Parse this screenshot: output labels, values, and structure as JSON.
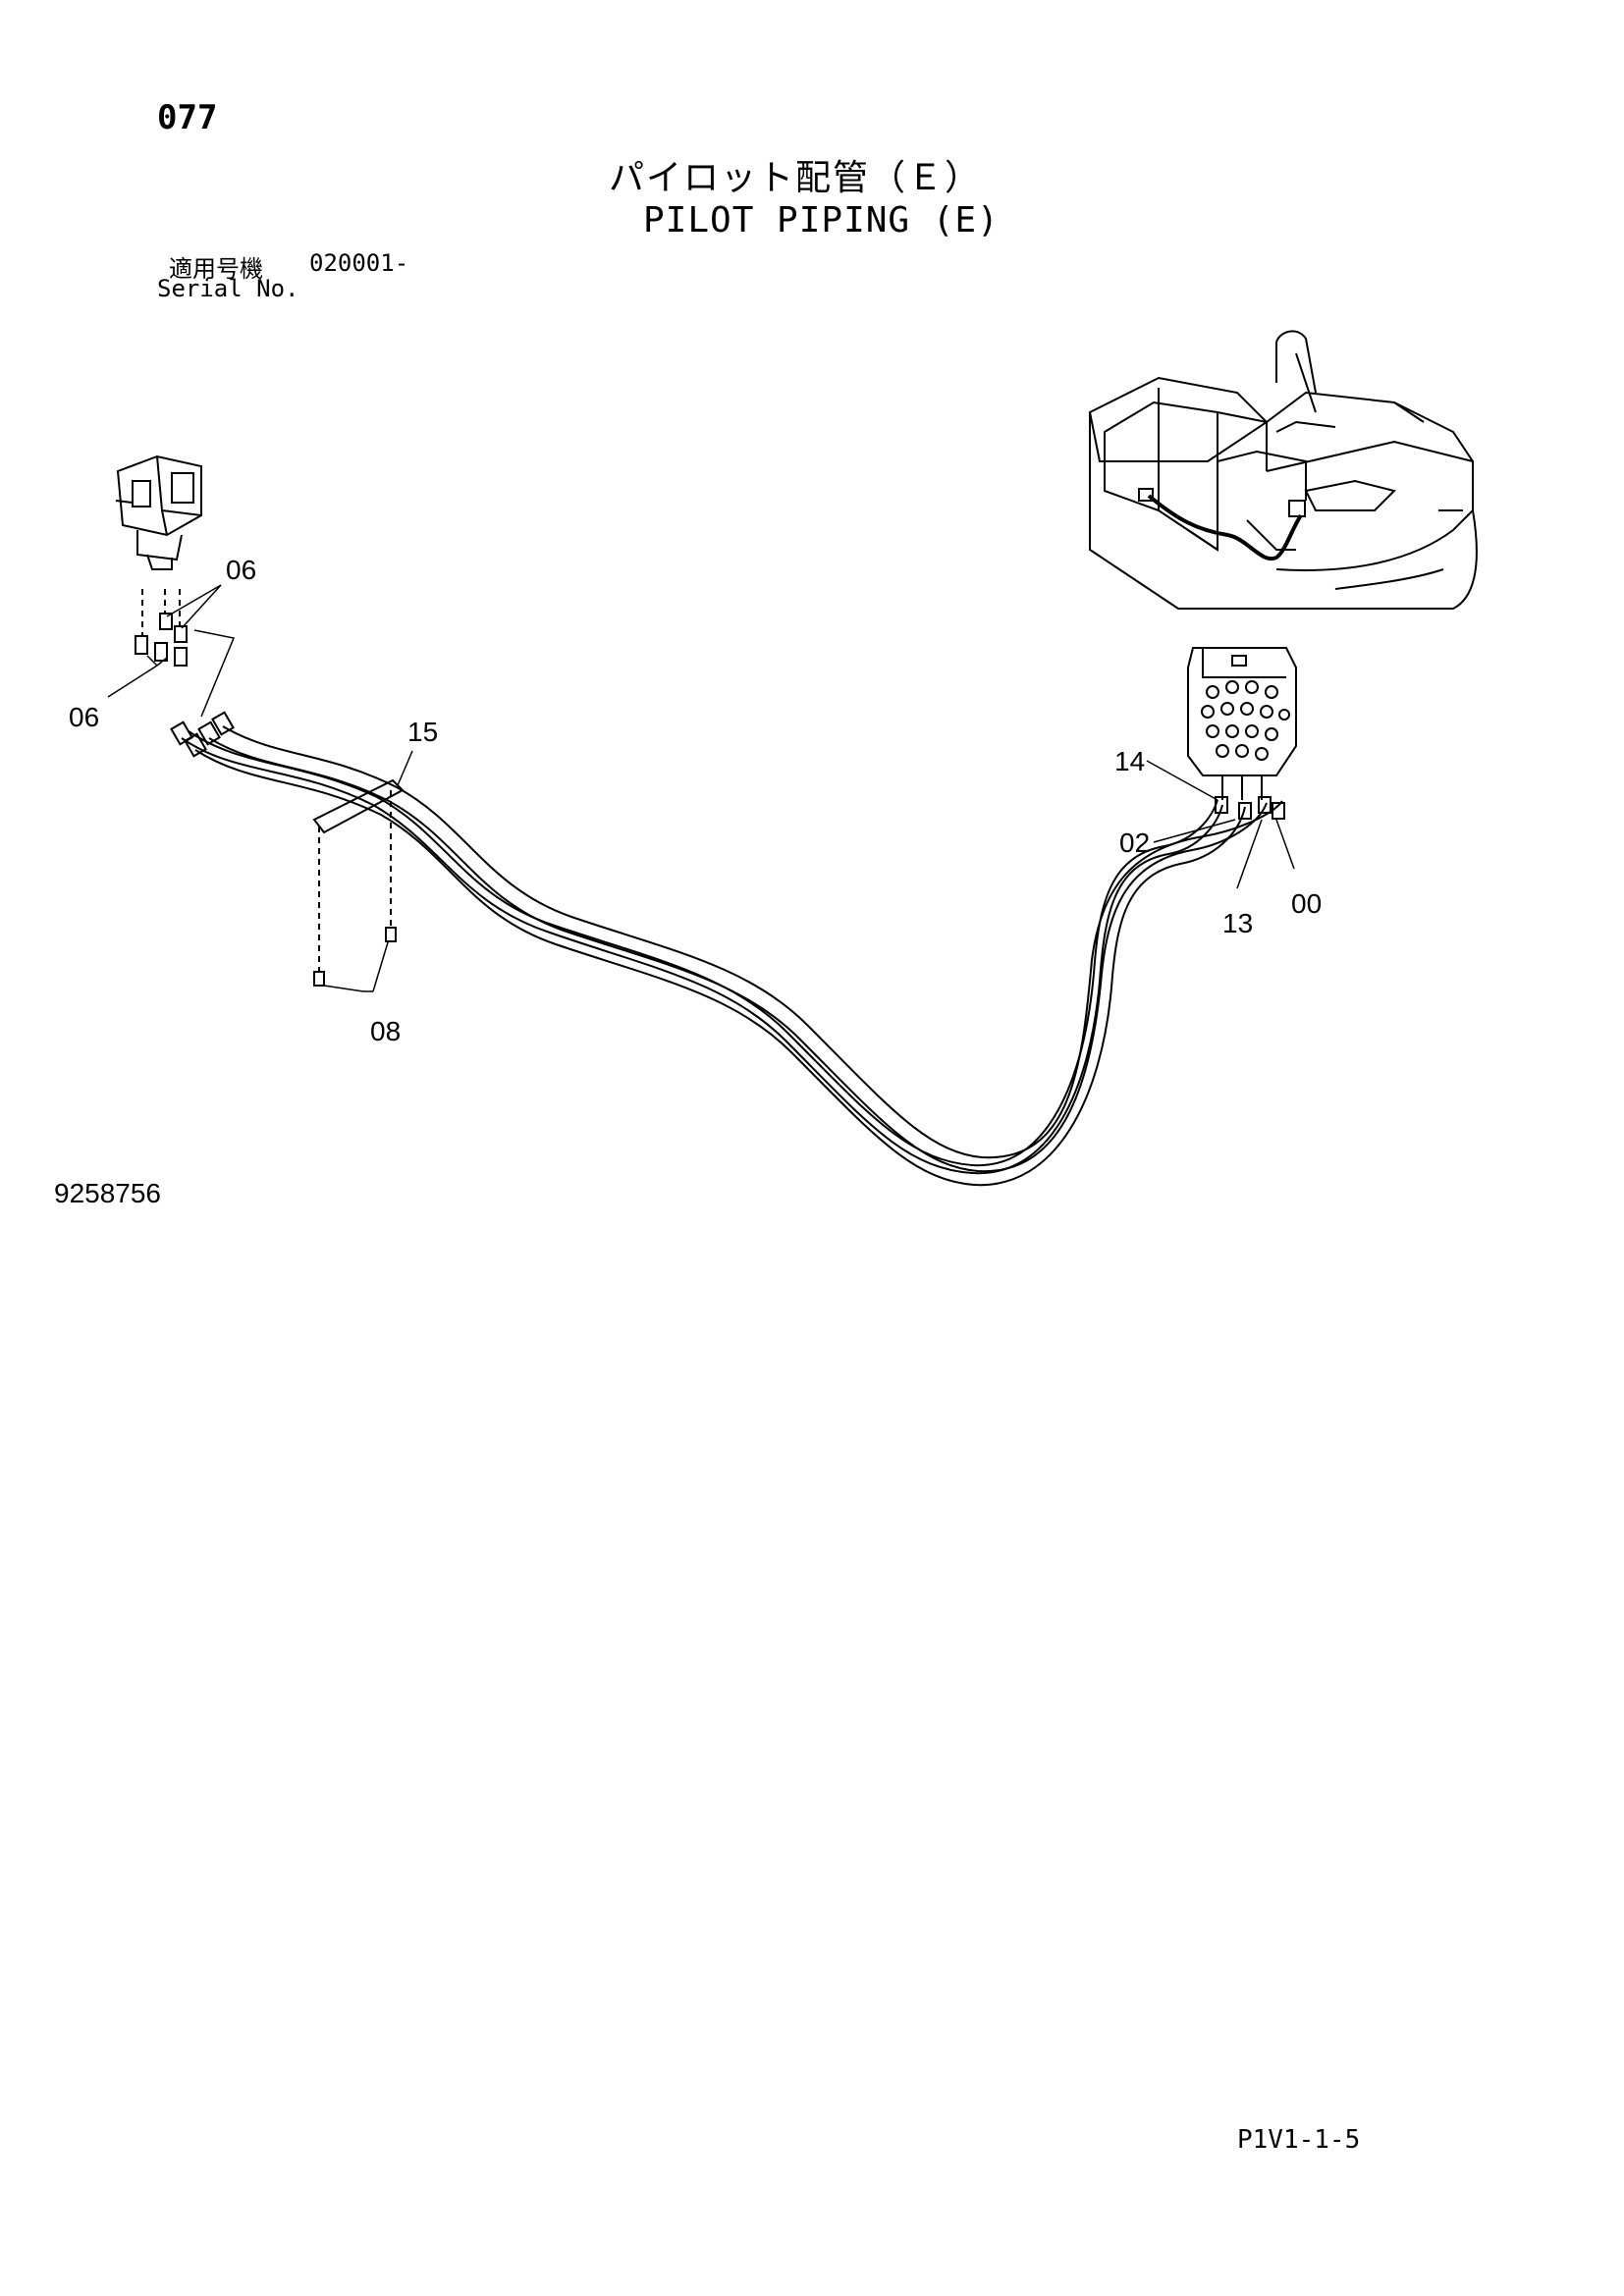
{
  "page": {
    "page_number": "077",
    "title_jp": "パイロット配管（Ｅ）",
    "title_en": "PILOT PIPING (E)",
    "serial_label_jp": "適用号機",
    "serial_value": "020001-",
    "serial_label_en": "Serial No.",
    "drawing_number": "9258756",
    "page_code": "P1V1-1-5"
  },
  "callouts": {
    "c06_top": "06",
    "c06_left": "06",
    "c15": "15",
    "c08": "08",
    "c14": "14",
    "c02": "02",
    "c13": "13",
    "c00": "00"
  }
}
